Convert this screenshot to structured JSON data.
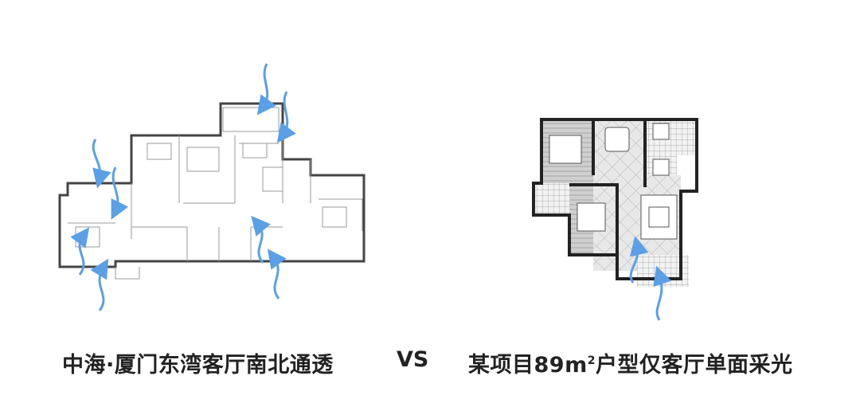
{
  "left_plan": {
    "caption": "中海·厦门东湾客厅南北通透"
  },
  "separator": "VS",
  "right_plan": {
    "caption_main": "某项目89m",
    "caption_sup": "2",
    "caption_rest": "户型仅客厅单面采光"
  },
  "colors": {
    "airflow": "#5b9fe6",
    "wall": "#444444",
    "caption": "#222222"
  }
}
